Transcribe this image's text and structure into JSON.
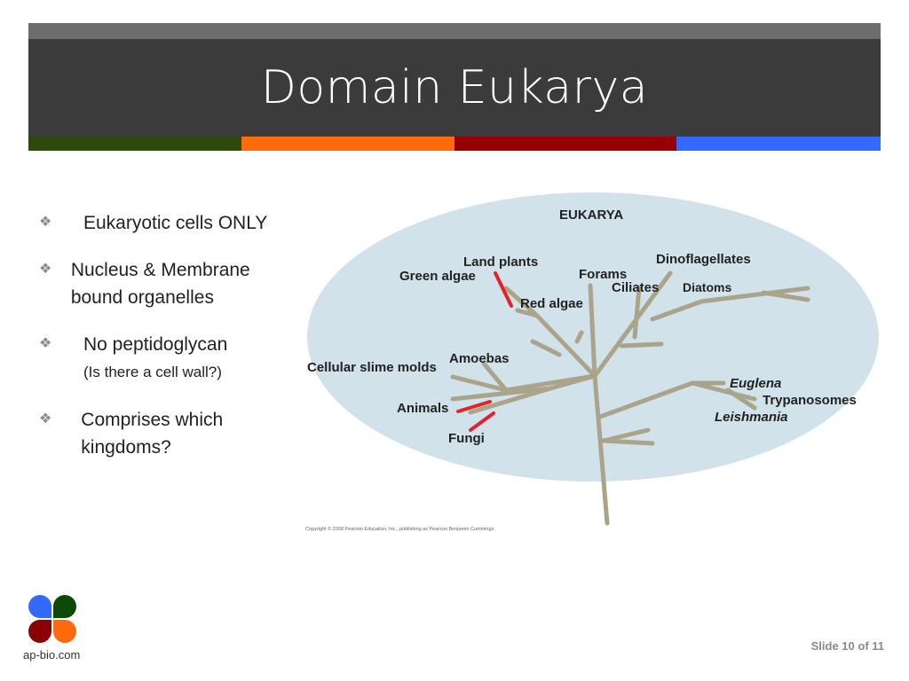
{
  "slide": {
    "title": "Domain Eukarya",
    "accent_colors": [
      "#2b4a0c",
      "#ff6a0d",
      "#970000",
      "#3369ff"
    ],
    "slide_number": "Slide 10 of 11"
  },
  "bullets": [
    {
      "text": "Eukaryotic cells ONLY"
    },
    {
      "text": "Nucleus & Membrane bound organelles"
    },
    {
      "text": "No peptidoglycan",
      "note": "(Is there a cell wall?)"
    },
    {
      "text": "Comprises which kingdoms?"
    }
  ],
  "diagram": {
    "heading": "EUKARYA",
    "labels": {
      "land_plants": "Land plants",
      "green_algae": "Green algae",
      "red_algae": "Red algae",
      "forams": "Forams",
      "ciliates": "Ciliates",
      "dinoflagellates": "Dinoflagellates",
      "diatoms": "Diatoms",
      "cellular_slime_molds": "Cellular slime molds",
      "amoebas": "Amoebas",
      "animals": "Animals",
      "fungi": "Fungi",
      "euglena": "Euglena",
      "trypanosomes": "Trypanosomes",
      "leishmania": "Leishmania"
    },
    "copyright": "Copyright © 2008 Pearson Education, Inc., publishing as Pearson Benjamin Cummings.",
    "colors": {
      "ellipse": "#d2e2ea",
      "branch": "#aaa48a",
      "highlight": "#e8202a"
    }
  },
  "footer": {
    "logo_text": "ap-bio.com",
    "logo_colors": [
      "#3369ff",
      "#0d4a0a",
      "#8b0000",
      "#ff6a0d"
    ]
  }
}
